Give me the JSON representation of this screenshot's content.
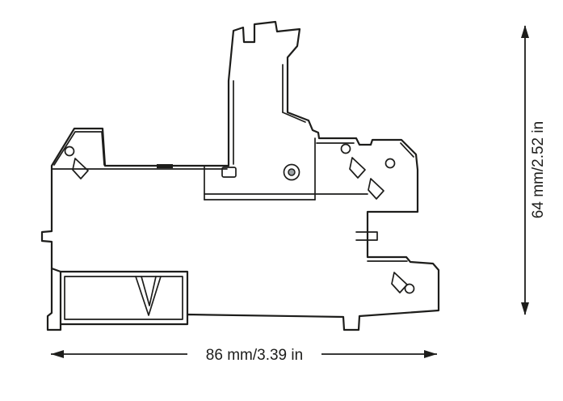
{
  "diagram": {
    "type": "technical-dimension-drawing",
    "line_color": "#1d1d1b",
    "background_color": "#ffffff",
    "dimensions": {
      "width_label": "86 mm/3.39 in",
      "height_label": "64 mm/2.52 in"
    }
  }
}
